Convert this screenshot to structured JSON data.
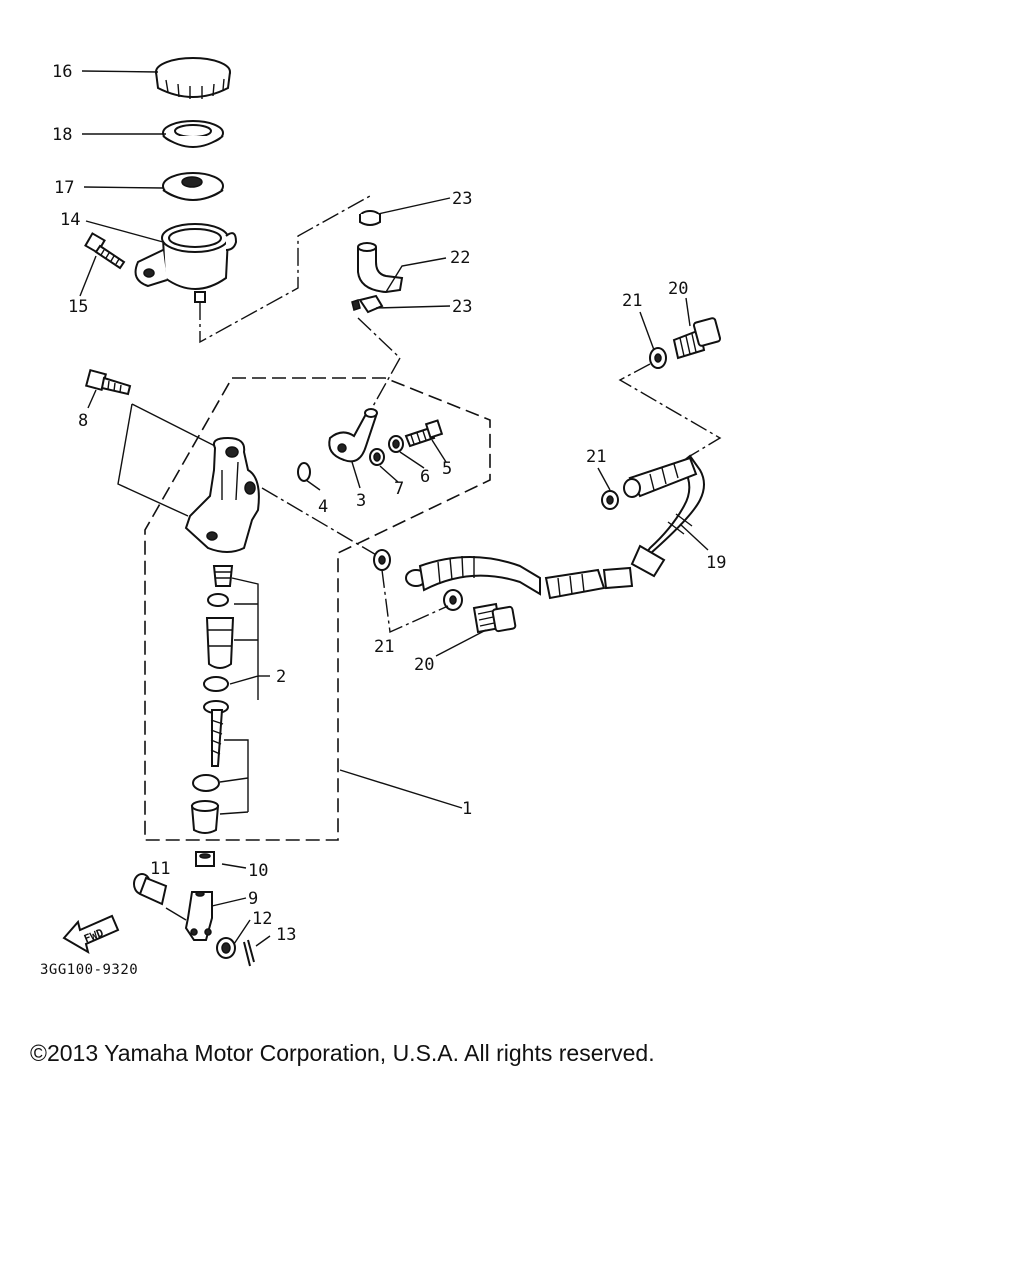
{
  "catalog_code": "3GG100-9320",
  "fwd_label": "FWD",
  "copyright": "©2013 Yamaha Motor Corporation, U.S.A. All rights reserved.",
  "callouts": [
    "1",
    "2",
    "3",
    "4",
    "5",
    "6",
    "7",
    "8",
    "9",
    "10",
    "11",
    "12",
    "13",
    "14",
    "15",
    "16",
    "17",
    "18",
    "19",
    "20",
    "20",
    "21",
    "21",
    "21",
    "22",
    "23",
    "23"
  ]
}
